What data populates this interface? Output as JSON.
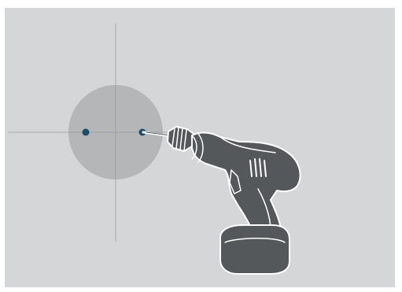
{
  "scene": {
    "background_color": "#d4d6d7",
    "frame_color": "#ffffff",
    "crosshair_color": "#a9acae",
    "circle_color": "#aeb0b2",
    "dot_color": "#1f4e6c",
    "drill_body_color": "#55585a",
    "drill_outline_color": "#ffffff",
    "icons": [
      "crosshair-lines",
      "circular-zone",
      "marker-dot",
      "cordless-drill-icon"
    ]
  }
}
